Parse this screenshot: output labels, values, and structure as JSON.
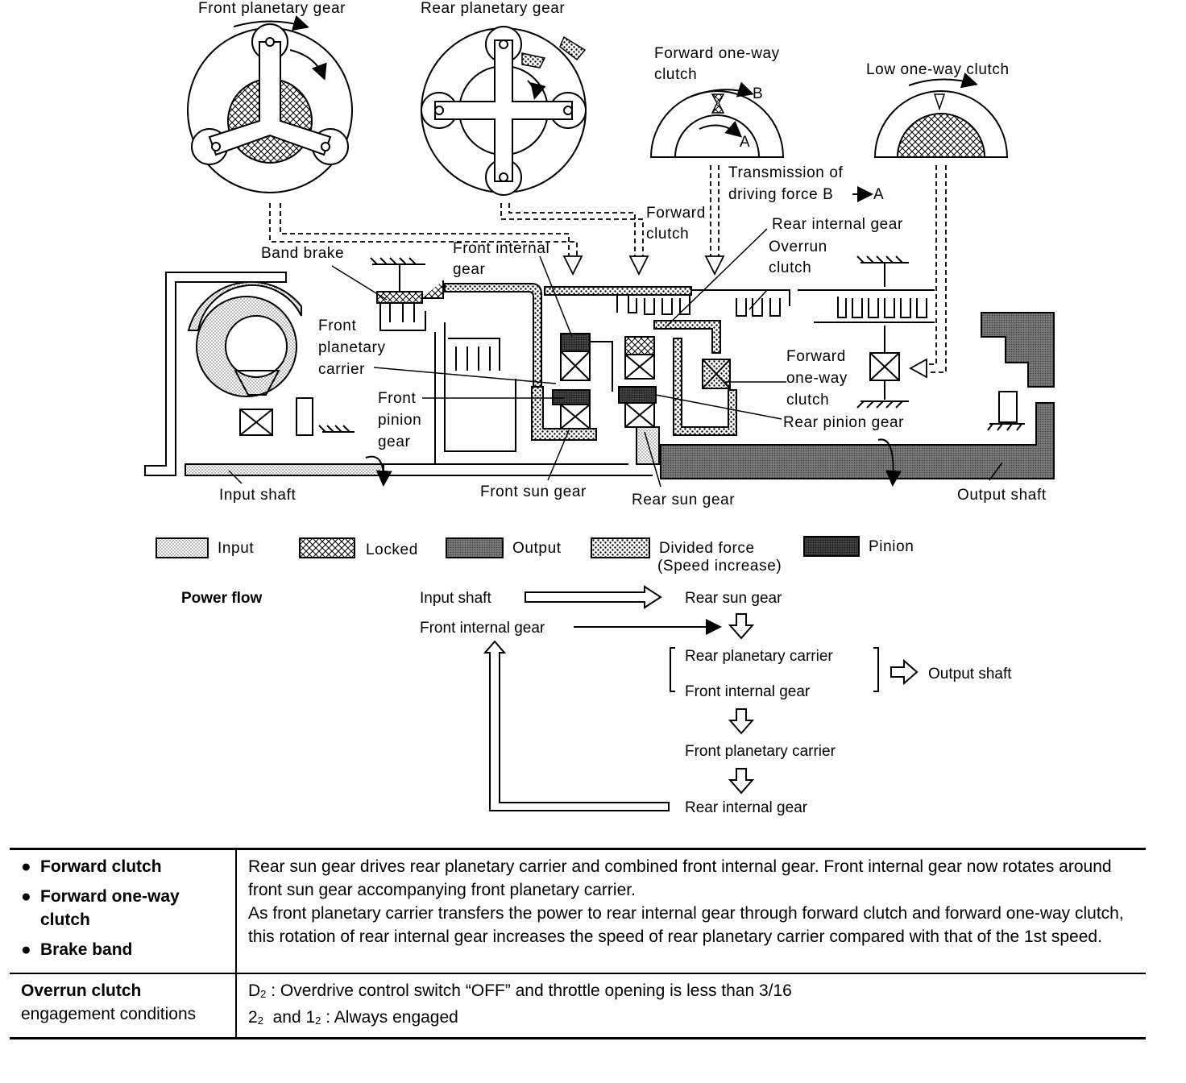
{
  "labels": {
    "front_planetary_gear": "Front planetary gear",
    "rear_planetary_gear": "Rear planetary gear",
    "forward_oneway_clutch_top": "Forward one-way",
    "forward_oneway_clutch_top2": "clutch",
    "mark_a": "A",
    "mark_b": "B",
    "low_oneway_clutch": "Low one-way clutch",
    "transmission_line1": "Transmission of",
    "transmission_line2": "driving force B",
    "transmission_line2_end": "A",
    "forward_clutch_1": "Forward",
    "forward_clutch_2": "clutch",
    "rear_internal_gear": "Rear internal gear",
    "overrun_clutch_1": "Overrun",
    "overrun_clutch_2": "clutch",
    "band_brake": "Band brake",
    "front_internal_gear_1": "Front internal",
    "front_internal_gear_2": "gear",
    "front_planetary_carrier_1": "Front",
    "front_planetary_carrier_2": "planetary",
    "front_planetary_carrier_3": "carrier",
    "front_pinion_gear_1": "Front",
    "front_pinion_gear_2": "pinion",
    "front_pinion_gear_3": "gear",
    "forward_oneway_clutch_mid_1": "Forward",
    "forward_oneway_clutch_mid_2": "one-way",
    "forward_oneway_clutch_mid_3": "clutch",
    "rear_pinion_gear": "Rear pinion gear",
    "input_shaft": "Input shaft",
    "front_sun_gear": "Front sun gear",
    "rear_sun_gear": "Rear sun gear",
    "output_shaft": "Output shaft"
  },
  "legend": [
    {
      "label": "Input",
      "pattern": "input"
    },
    {
      "label": "Locked",
      "pattern": "locked"
    },
    {
      "label": "Output",
      "pattern": "output"
    },
    {
      "label": "Divided force",
      "label2": "(Speed increase)",
      "pattern": "divided"
    },
    {
      "label": "Pinion",
      "pattern": "pinion"
    }
  ],
  "power_flow": {
    "title": "Power flow",
    "input_shaft": "Input shaft",
    "rear_sun_gear": "Rear sun gear",
    "front_internal_gear": "Front internal gear",
    "rear_planetary_carrier": "Rear planetary carrier",
    "front_internal_gear_2": "Front internal gear",
    "output_shaft": "Output shaft",
    "front_planetary_carrier": "Front planetary carrier",
    "rear_internal_gear": "Rear internal gear"
  },
  "table": {
    "bullets": [
      "Forward clutch",
      "Forward one-way clutch",
      "Brake band"
    ],
    "description": "Rear sun gear drives rear planetary carrier and combined front internal gear. Front internal gear now rotates around front sun gear accompanying front planetary carrier.\nAs front planetary carrier transfers the power to rear internal gear through forward clutch and forward one-way clutch, this rotation of rear internal gear increases the speed of rear planetary carrier compared with that of the 1st speed.",
    "row2_title": "Overrun clutch",
    "row2_subtitle": "engagement conditions",
    "row2_line1_prefix": "D",
    "row2_line1_sub": "2",
    "row2_line1_text": " : Overdrive control switch “OFF” and throttle opening is less than 3/16",
    "row2_line2_a": "2",
    "row2_line2_a_sub": "2",
    "row2_line2_mid": "  and 1",
    "row2_line2_b_sub": "2",
    "row2_line2_text": " : Always engaged"
  }
}
